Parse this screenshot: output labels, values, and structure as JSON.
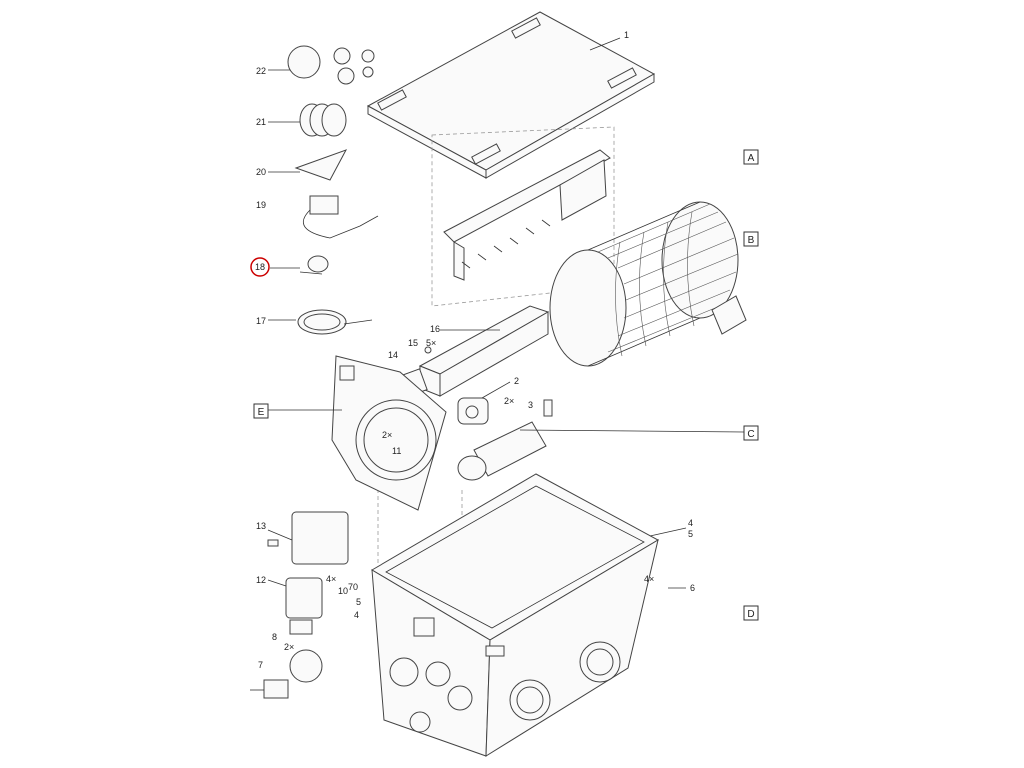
{
  "callouts": [
    "1",
    "2",
    "3",
    "4",
    "5",
    "6",
    "7",
    "8",
    "10",
    "11",
    "12",
    "13",
    "14",
    "15",
    "16",
    "17",
    "18",
    "19",
    "20",
    "21",
    "22"
  ],
  "multipliers": {
    "m1": "5×",
    "m2": "2×",
    "m3": "2×",
    "m4": "4×",
    "m5": "4×",
    "m6": "2×"
  },
  "extra": {
    "n70": "70",
    "n4a": "4",
    "n5a": "5"
  },
  "sections": [
    "A",
    "B",
    "C",
    "D",
    "E"
  ],
  "highlight": {
    "label": "18",
    "color": "#cc0000"
  }
}
